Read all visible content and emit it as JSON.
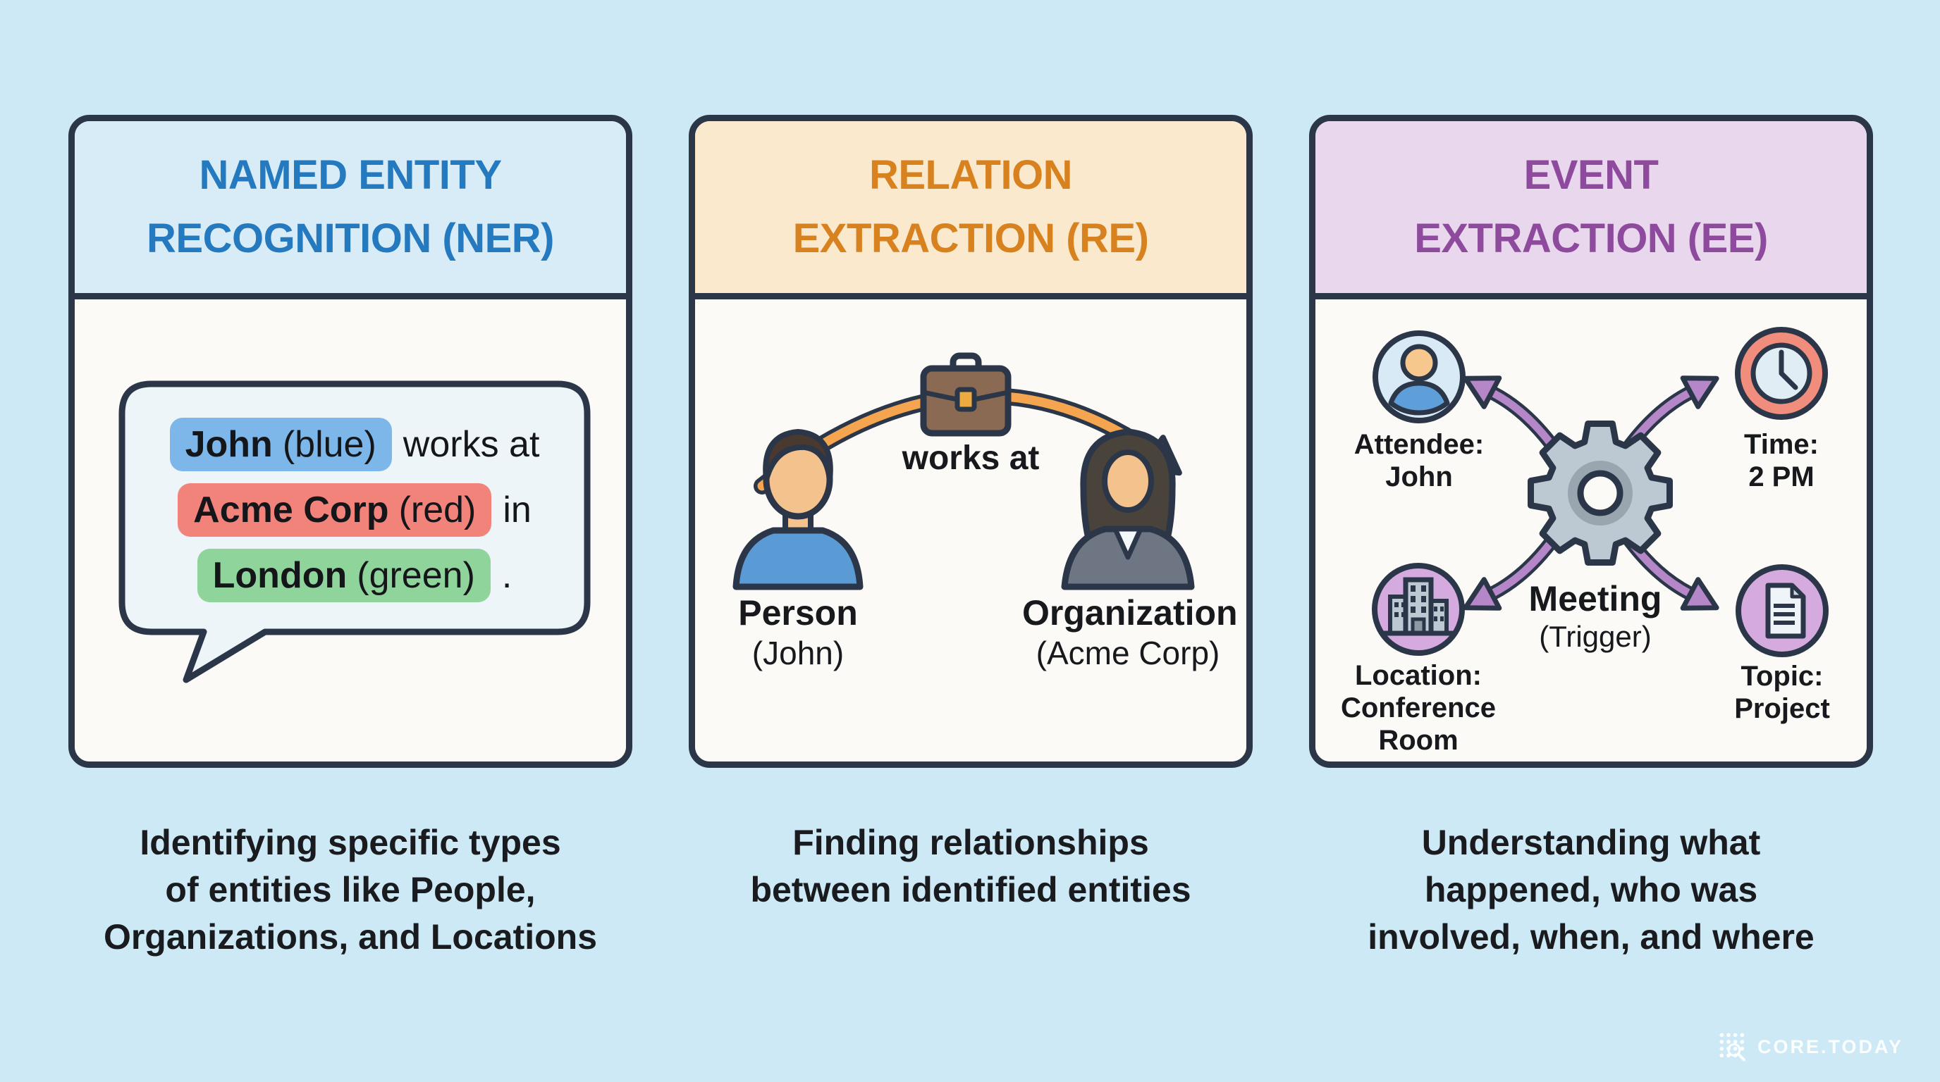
{
  "page": {
    "background": "#cde9f6",
    "watermark": {
      "text": "CORE.TODAY",
      "logo": "dot-grid-magnifier",
      "color": "#ffffff"
    }
  },
  "palette": {
    "card_border": "#2b3648",
    "card_body_bg": "#fbfaf7",
    "orange_arrow": "#f5a54f",
    "purple_arrow": "#b687c8",
    "gear_gray": "#bcc9d2",
    "skin": "#f4c28d"
  },
  "cards": [
    {
      "id": "ner",
      "title_line1": "NAMED ENTITY",
      "title_line2": "RECOGNITION (NER)",
      "title_color": "#2579be",
      "header_bg": "#d8ecf8",
      "caption_lines": [
        "Identifying specific types",
        "of entities like People,",
        "Organizations, and Locations"
      ],
      "bubble": {
        "lines": [
          {
            "entity": "John",
            "tag": "(blue)",
            "rest": "works at",
            "highlight": "#7db7ea"
          },
          {
            "entity": "Acme Corp",
            "tag": "(red)",
            "rest": "in",
            "highlight": "#f2837b"
          },
          {
            "entity": "London",
            "tag": "(green)",
            "rest": ".",
            "highlight": "#8fd49a"
          }
        ]
      }
    },
    {
      "id": "re",
      "title_line1": "RELATION",
      "title_line2": "EXTRACTION (RE)",
      "title_color": "#d8821f",
      "header_bg": "#fbe9ce",
      "caption_lines": [
        "Finding relationships",
        "between identified entities"
      ],
      "relation": {
        "edge_label": "works at",
        "source_type": "Person",
        "source_value": "(John)",
        "target_type": "Organization",
        "target_value": "(Acme Corp)"
      }
    },
    {
      "id": "ee",
      "title_line1": "EVENT",
      "title_line2": "EXTRACTION (EE)",
      "title_color": "#8e4b9e",
      "header_bg": "#e9d7ed",
      "caption_lines": [
        "Understanding what",
        "happened, who was",
        "involved, when, and where"
      ],
      "event": {
        "trigger": "Meeting",
        "trigger_sub": "(Trigger)",
        "attendee_label": "Attendee:",
        "attendee_value": "John",
        "time_label": "Time:",
        "time_value": "2 PM",
        "location_label": "Location:",
        "location_value": "Conference Room",
        "topic_label": "Topic:",
        "topic_value": "Project"
      }
    }
  ]
}
